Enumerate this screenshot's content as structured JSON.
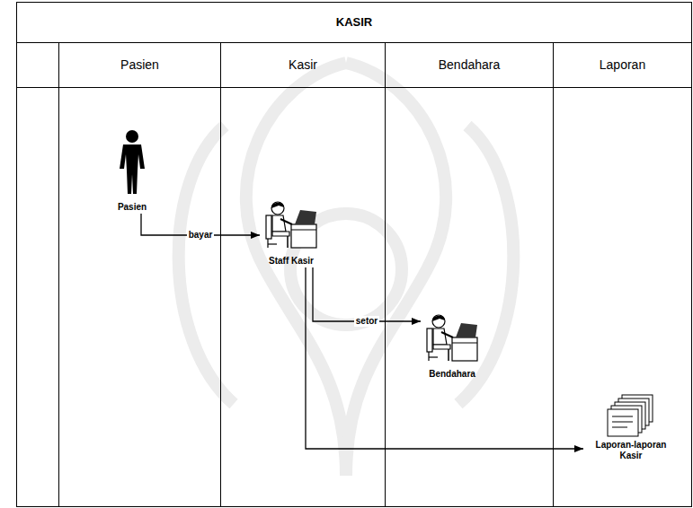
{
  "diagram": {
    "nodes": [
      {
        "text": [
          "KASIR"
        ]
      },
      {
        "text": [
          "Pasien"
        ],
        "in": 0
      },
      {
        "text": [
          "Kasir"
        ],
        "in": 0
      },
      {
        "text": [
          "Bendahara"
        ],
        "in": 0
      },
      {
        "text": [
          "Laporan"
        ],
        "in": 0
      },
      {
        "text": [
          "Pasien"
        ],
        "in": 1
      },
      {
        "text": [
          "Staff Kasir"
        ],
        "in": 2
      },
      {
        "text": [
          "Bendahara"
        ],
        "in": 3
      },
      {
        "text": [
          "Laporan-laporan Kasir"
        ],
        "in": 4
      }
    ],
    "edges": [
      {
        "from": 5,
        "to": 6,
        "label": "bayar",
        "arrow": "to"
      },
      {
        "from": 6,
        "to": 7,
        "label": "setor",
        "arrow": "to"
      },
      {
        "from": 6,
        "to": 8,
        "arrow": "to"
      }
    ]
  }
}
